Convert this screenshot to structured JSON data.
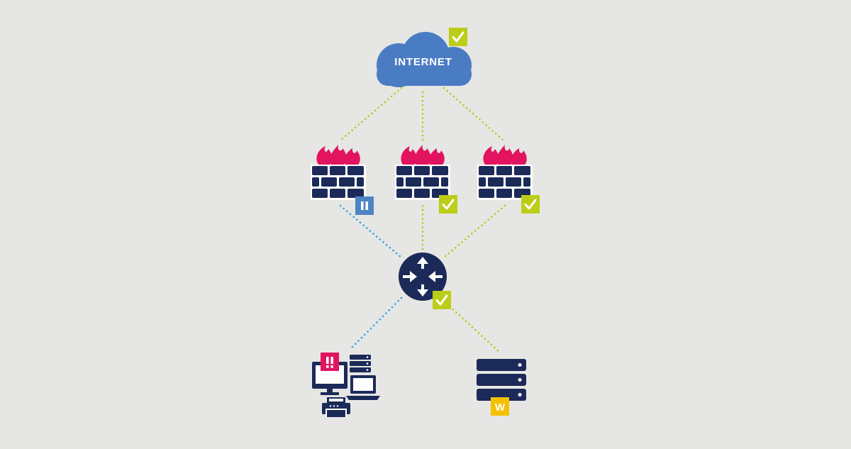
{
  "colors": {
    "background": "#e6e6e4",
    "navy": "#1c2a59",
    "cloud": "#4a7cc4",
    "flame": "#e2135f",
    "ok": "#bccd18",
    "paused": "#4e84c4",
    "alert": "#e2135f",
    "warning": "#f4c000",
    "link_ok": "#b7c81c",
    "link_down": "#2ea7e0"
  },
  "internet": {
    "label": "INTERNET",
    "icon": "cloud-icon",
    "status": "ok"
  },
  "firewalls": [
    {
      "name": "firewall-1",
      "icon": "firewall-icon",
      "status": "paused"
    },
    {
      "name": "firewall-2",
      "icon": "firewall-icon",
      "status": "ok"
    },
    {
      "name": "firewall-3",
      "icon": "firewall-icon",
      "status": "ok"
    }
  ],
  "router": {
    "icon": "router-icon",
    "status": "ok"
  },
  "endpoints": {
    "icon": "endpoint-devices-icon",
    "status": "alert",
    "status_text": "!!"
  },
  "server": {
    "icon": "server-rack-icon",
    "status": "warning",
    "status_text": "W"
  },
  "links": [
    {
      "from": "internet",
      "to": "firewall-1",
      "status": "ok"
    },
    {
      "from": "internet",
      "to": "firewall-2",
      "status": "ok"
    },
    {
      "from": "internet",
      "to": "firewall-3",
      "status": "ok"
    },
    {
      "from": "firewall-1",
      "to": "router",
      "status": "down"
    },
    {
      "from": "firewall-2",
      "to": "router",
      "status": "ok"
    },
    {
      "from": "firewall-3",
      "to": "router",
      "status": "ok"
    },
    {
      "from": "router",
      "to": "endpoints",
      "status": "down"
    },
    {
      "from": "router",
      "to": "server",
      "status": "ok"
    }
  ]
}
